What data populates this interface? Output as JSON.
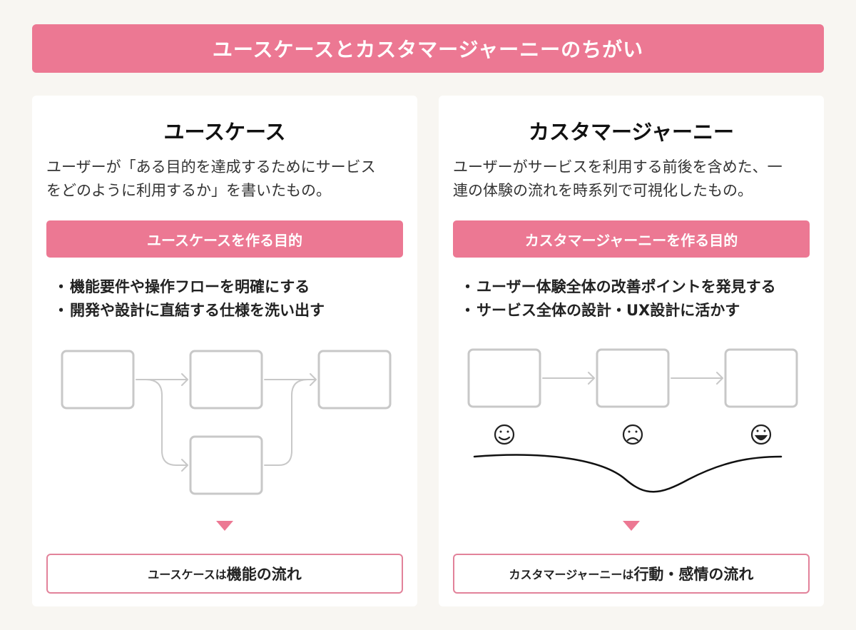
{
  "banner": {
    "title": "ユースケースとカスタマージャーニーのちがい"
  },
  "left": {
    "title": "ユースケース",
    "desc_line1": "ユーザーが「ある目的を達成するためにサービス",
    "desc_line2": "をどのように利用するか」を書いたもの。",
    "purpose_label": "ユースケースを作る目的",
    "bullets": [
      "機能要件や操作フローを明確にする",
      "開発や設計に直結する仕様を洗い出す"
    ],
    "result_small": "ユースケースは",
    "result_big": "機能の流れ"
  },
  "right": {
    "title": "カスタマージャーニー",
    "desc_line1": "ユーザーがサービスを利用する前後を含めた、一",
    "desc_line2": "連の体験の流れを時系列で可視化したもの。",
    "purpose_label": "カスタマージャーニーを作る目的",
    "bullets": [
      "ユーザー体験全体の改善ポイントを発見する",
      "サービス全体の設計・UX設計に活かす"
    ],
    "emotions": [
      "smile-face-icon",
      "sad-face-icon",
      "happy-face-icon"
    ],
    "result_small": "カスタマージャーニーは",
    "result_big": "行動・感情の流れ"
  },
  "colors": {
    "accent": "#ec7893",
    "result_border": "#e2829a",
    "box_stroke": "#c8c8c8",
    "background": "#f8f6f2"
  }
}
